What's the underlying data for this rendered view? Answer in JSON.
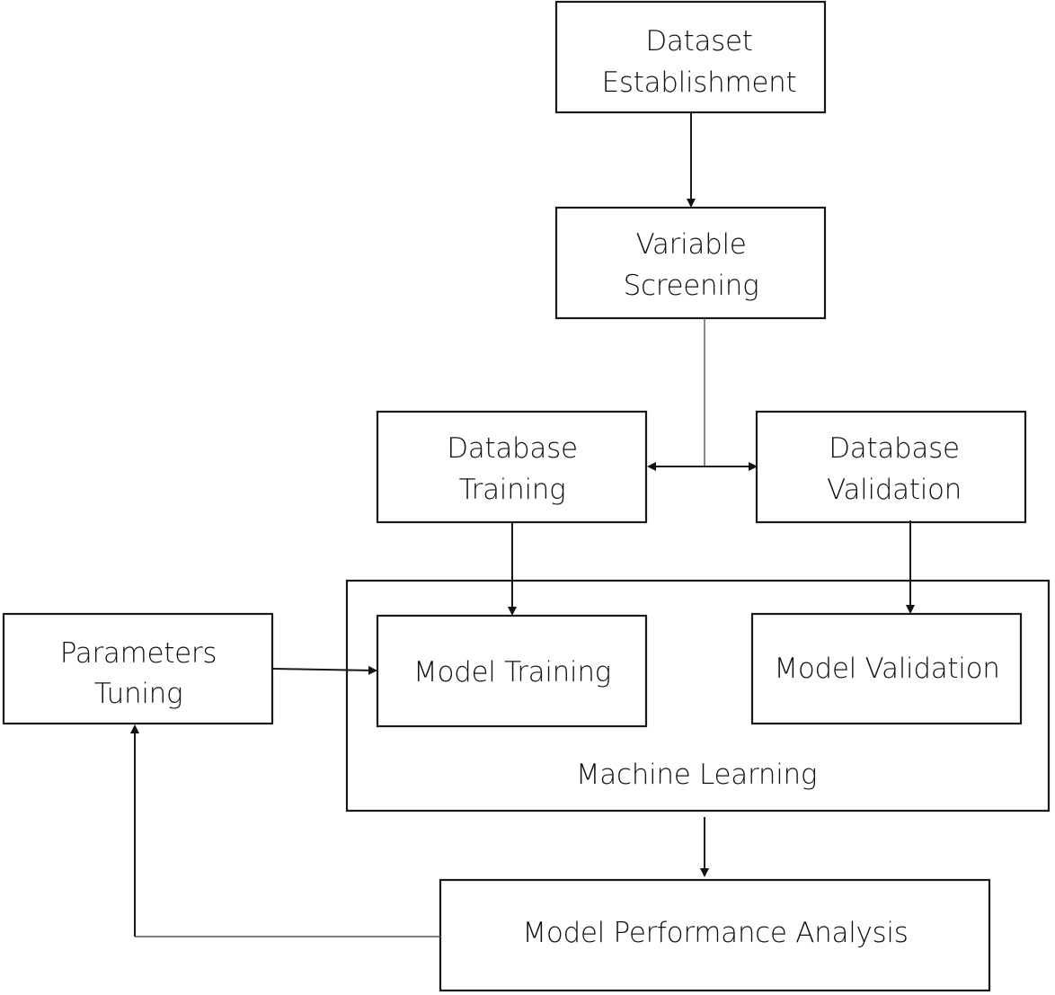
{
  "diagram": {
    "title": "Machine learning modeling workflow",
    "nodes": {
      "dataset": {
        "line1": "Dataset",
        "line2": "Establishment"
      },
      "variable": {
        "line1": "Variable",
        "line2": "Screening"
      },
      "db_training": {
        "line1": "Database",
        "line2": "Training"
      },
      "db_validation": {
        "line1": "Database",
        "line2": "Validation"
      },
      "params": {
        "line1": "Parameters",
        "line2": "Tuning"
      },
      "model_training": {
        "label": "Model Training"
      },
      "model_validation": {
        "label": "Model Validation"
      },
      "ml_group": {
        "label": "Machine Learning"
      },
      "performance": {
        "label": "Model Performance Analysis"
      }
    },
    "edges": [
      {
        "from": "Dataset Establishment",
        "to": "Variable Screening",
        "type": "arrow"
      },
      {
        "from": "Variable Screening",
        "to": "Database Training / Database Validation",
        "type": "split-bidirectional"
      },
      {
        "from": "Database Training",
        "to": "Model Training",
        "type": "arrow"
      },
      {
        "from": "Database Validation",
        "to": "Model Validation",
        "type": "arrow"
      },
      {
        "from": "Parameters Tuning",
        "to": "Model Training",
        "type": "arrow"
      },
      {
        "from": "Machine Learning",
        "to": "Model Performance Analysis",
        "type": "arrow"
      },
      {
        "from": "Model Performance Analysis",
        "to": "Parameters Tuning",
        "type": "arrow"
      }
    ]
  }
}
